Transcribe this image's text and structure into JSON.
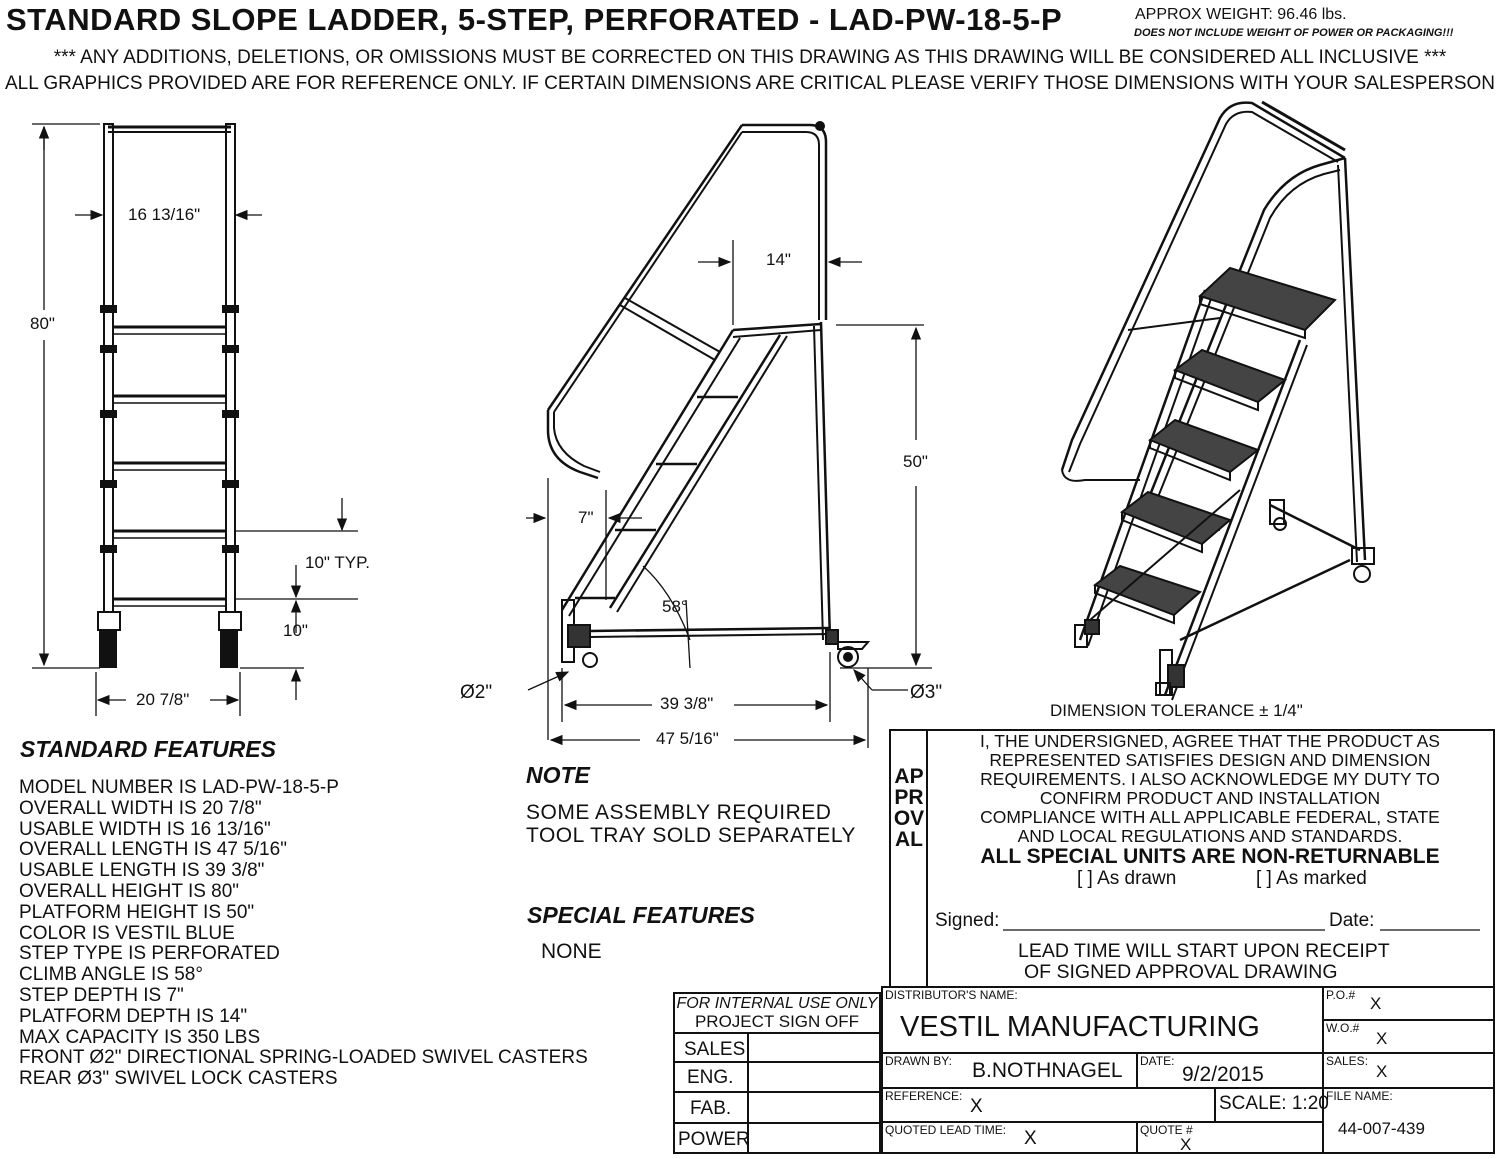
{
  "header": {
    "title": "STANDARD SLOPE LADDER, 5-STEP, PERFORATED - LAD-PW-18-5-P",
    "weight": "APPROX WEIGHT: 96.46 lbs.",
    "weight_note": "DOES NOT INCLUDE WEIGHT OF POWER OR PACKAGING!!!",
    "notice_1": "*** ANY ADDITIONS, DELETIONS, OR OMISSIONS MUST BE CORRECTED ON THIS DRAWING AS THIS DRAWING WILL BE CONSIDERED ALL INCLUSIVE ***",
    "notice_2": "ALL GRAPHICS PROVIDED ARE FOR REFERENCE ONLY. IF CERTAIN DIMENSIONS ARE CRITICAL PLEASE VERIFY THOSE DIMENSIONS WITH YOUR SALESPERSON"
  },
  "dimensions": {
    "front_width_inner": "16 13/16\"",
    "front_height": "80\"",
    "step_spacing": "10\" TYP.",
    "first_step": "10\"",
    "front_width_outer": "20 7/8\"",
    "platform_depth": "14\"",
    "step_depth": "7\"",
    "platform_height": "50\"",
    "climb_angle": "58°",
    "front_caster": "Ø2\"",
    "rear_caster": "Ø3\"",
    "usable_length": "39 3/8\"",
    "overall_length": "47 5/16\"",
    "tolerance": "DIMENSION TOLERANCE ± 1/4\""
  },
  "standard_features": {
    "heading": "STANDARD FEATURES",
    "items": [
      "MODEL NUMBER IS LAD-PW-18-5-P",
      "OVERALL WIDTH IS  20 7/8\"",
      "USABLE WIDTH IS 16 13/16\"",
      "OVERALL LENGTH IS 47 5/16\"",
      "USABLE LENGTH IS 39 3/8\"",
      "OVERALL HEIGHT IS 80\"",
      "PLATFORM HEIGHT IS 50\"",
      "COLOR IS VESTIL BLUE",
      "STEP TYPE IS PERFORATED",
      "CLIMB ANGLE IS 58°",
      "STEP DEPTH IS 7\"",
      "PLATFORM DEPTH IS 14\"",
      "MAX CAPACITY IS 350 LBS",
      "FRONT Ø2\" DIRECTIONAL SPRING-LOADED SWIVEL CASTERS",
      "REAR Ø3\" SWIVEL LOCK CASTERS"
    ]
  },
  "note": {
    "heading": "NOTE",
    "line_1": "SOME ASSEMBLY REQUIRED",
    "line_2": "TOOL TRAY SOLD SEPARATELY"
  },
  "special_features": {
    "heading": "SPECIAL FEATURES",
    "value": "NONE"
  },
  "approval": {
    "side_label": "APPROVAL",
    "statement": [
      "I, THE UNDERSIGNED, AGREE THAT THE PRODUCT AS",
      "REPRESENTED SATISFIES DESIGN AND DIMENSION",
      "REQUIREMENTS.  I ALSO ACKNOWLEDGE MY DUTY TO",
      "CONFIRM PRODUCT AND INSTALLATION",
      "COMPLIANCE WITH ALL APPLICABLE FEDERAL, STATE",
      "AND LOCAL REGULATIONS AND STANDARDS."
    ],
    "non_returnable": "ALL SPECIAL UNITS ARE NON-RETURNABLE",
    "as_drawn": "[  ] As drawn",
    "as_marked": "[  ] As marked",
    "signed_label": "Signed:",
    "date_label": "Date:",
    "lead_time_1": "LEAD TIME WILL START UPON RECEIPT",
    "lead_time_2": "OF SIGNED APPROVAL DRAWING"
  },
  "internal": {
    "heading_1": "FOR INTERNAL USE ONLY",
    "heading_2": "PROJECT SIGN OFF",
    "rows": [
      "SALES",
      "ENG.",
      "FAB.",
      "POWER"
    ]
  },
  "title_block": {
    "distributor_label": "DISTRIBUTOR'S NAME:",
    "distributor": "VESTIL MANUFACTURING",
    "po_label": "P.O.#",
    "po_value": "X",
    "wo_label": "W.O.#",
    "wo_value": "X",
    "drawn_by_label": "DRAWN BY:",
    "drawn_by": "B.NOTHNAGEL",
    "date_label": "DATE:",
    "date": "9/2/2015",
    "sales_label": "SALES:",
    "sales_value": "X",
    "reference_label": "REFERENCE:",
    "reference_value": "X",
    "scale": "SCALE: 1:20",
    "file_name_label": "FILE NAME:",
    "file_name": "44-007-439",
    "lead_time_label": "QUOTED LEAD TIME:",
    "lead_time_value": "X",
    "quote_label": "QUOTE #",
    "quote_value": "X"
  }
}
